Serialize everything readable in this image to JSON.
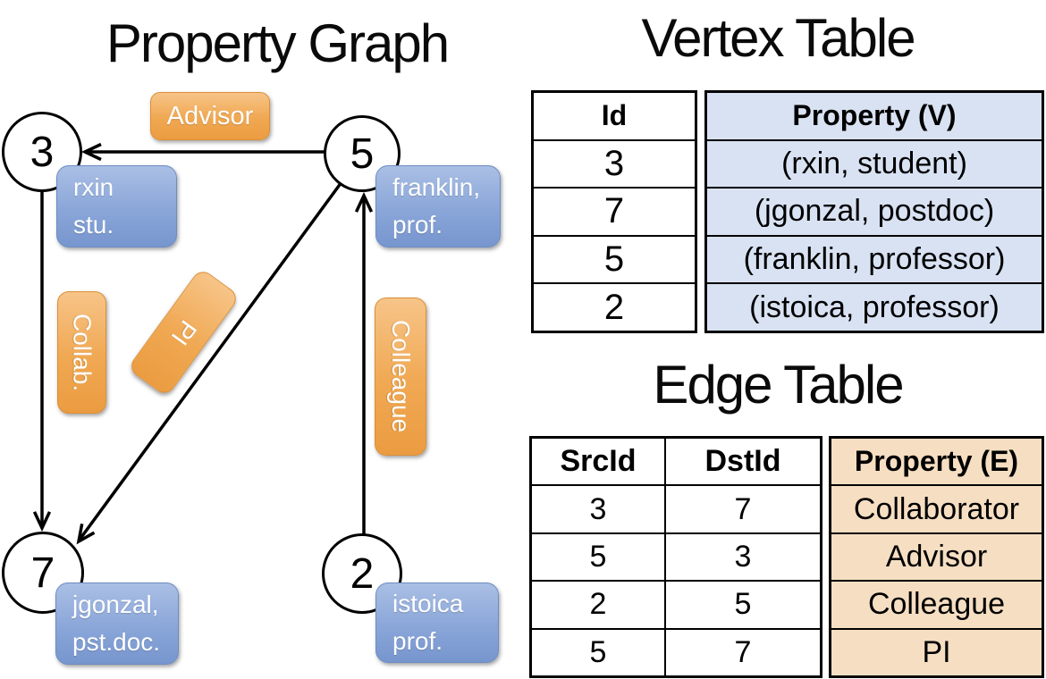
{
  "graph": {
    "title": "Property Graph",
    "vertices": {
      "v3": {
        "id": "3",
        "line1": "rxin",
        "line2": "stu."
      },
      "v5": {
        "id": "5",
        "line1": "franklin,",
        "line2": "prof."
      },
      "v7": {
        "id": "7",
        "line1": "jgonzal,",
        "line2": "pst.doc."
      },
      "v2": {
        "id": "2",
        "line1": "istoica",
        "line2": "prof."
      }
    },
    "edge_labels": {
      "advisor": "Advisor",
      "collab": "Collab.",
      "pi": "PI",
      "colleague": "Colleague"
    }
  },
  "vertex_table": {
    "title": "Vertex Table",
    "columns": {
      "id": "Id",
      "property": "Property (V)"
    },
    "rows": [
      {
        "id": "3",
        "property": "(rxin, student)"
      },
      {
        "id": "7",
        "property": "(jgonzal, postdoc)"
      },
      {
        "id": "5",
        "property": "(franklin, professor)"
      },
      {
        "id": "2",
        "property": "(istoica, professor)"
      }
    ]
  },
  "edge_table": {
    "title": "Edge Table",
    "columns": {
      "src": "SrcId",
      "dst": "DstId",
      "property": "Property (E)"
    },
    "rows": [
      {
        "src": "3",
        "dst": "7",
        "property": "Collaborator"
      },
      {
        "src": "5",
        "dst": "3",
        "property": "Advisor"
      },
      {
        "src": "2",
        "dst": "5",
        "property": "Colleague"
      },
      {
        "src": "5",
        "dst": "7",
        "property": "PI"
      }
    ]
  },
  "colors": {
    "vertex_node_fill": "#8BA7D9",
    "vertex_node_border": "#6D8CC3",
    "edge_label_fill": "#F0A852",
    "edge_label_border": "#DC8F35",
    "vertex_table_fill": "#D9E2F3",
    "edge_table_fill": "#F6DEC2"
  }
}
